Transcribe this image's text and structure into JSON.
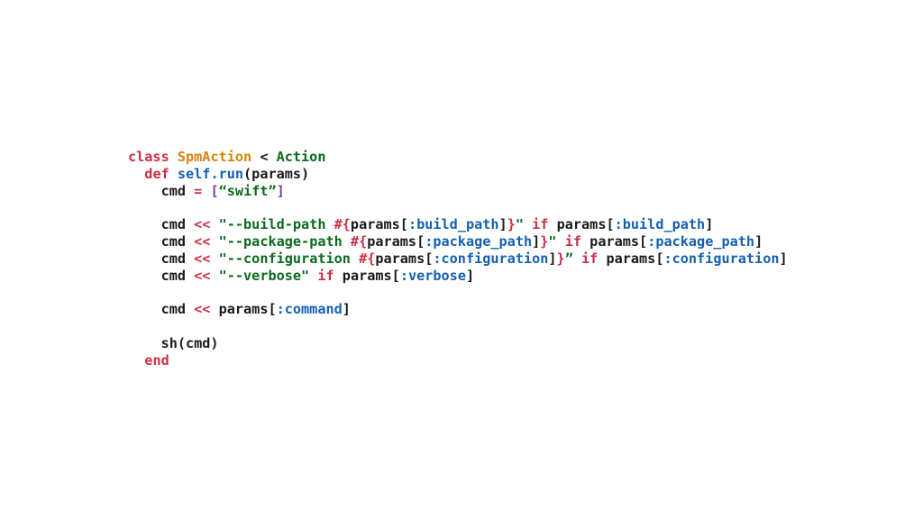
{
  "colors": {
    "plain": "#1a1a1a",
    "keyword": "#cc2f45",
    "class_name": "#d4840a",
    "string": "#0a6a1e",
    "symbol": "#1560b0",
    "method": "#1560b0",
    "operator": "#cc2f45",
    "interp": "#7a3fa0"
  },
  "code": {
    "lines": [
      [
        [
          "keyword",
          "class "
        ],
        [
          "class_name",
          "SpmAction"
        ],
        [
          "plain",
          " < "
        ],
        [
          "string",
          "Action"
        ]
      ],
      [
        [
          "plain",
          "  "
        ],
        [
          "keyword",
          "def "
        ],
        [
          "method",
          "self.run"
        ],
        [
          "plain",
          "(params)"
        ]
      ],
      [
        [
          "plain",
          "    cmd "
        ],
        [
          "operator",
          "="
        ],
        [
          "plain",
          " "
        ],
        [
          "interp",
          "["
        ],
        [
          "string",
          "“swift”"
        ],
        [
          "interp",
          "]"
        ]
      ],
      [],
      [
        [
          "plain",
          "    cmd "
        ],
        [
          "operator",
          "<<"
        ],
        [
          "plain",
          " "
        ],
        [
          "string",
          "\"--build-path "
        ],
        [
          "keyword",
          "#{"
        ],
        [
          "plain",
          "params["
        ],
        [
          "symbol",
          ":build_path"
        ],
        [
          "plain",
          "]"
        ],
        [
          "keyword",
          "}"
        ],
        [
          "string",
          "\""
        ],
        [
          "plain",
          " "
        ],
        [
          "keyword",
          "if"
        ],
        [
          "plain",
          " params["
        ],
        [
          "symbol",
          ":build_path"
        ],
        [
          "plain",
          "]"
        ]
      ],
      [
        [
          "plain",
          "    cmd "
        ],
        [
          "operator",
          "<<"
        ],
        [
          "plain",
          " "
        ],
        [
          "string",
          "\"--package-path "
        ],
        [
          "keyword",
          "#{"
        ],
        [
          "plain",
          "params["
        ],
        [
          "symbol",
          ":package_path"
        ],
        [
          "plain",
          "]"
        ],
        [
          "keyword",
          "}"
        ],
        [
          "string",
          "\""
        ],
        [
          "plain",
          " "
        ],
        [
          "keyword",
          "if"
        ],
        [
          "plain",
          " params["
        ],
        [
          "symbol",
          ":package_path"
        ],
        [
          "plain",
          "]"
        ]
      ],
      [
        [
          "plain",
          "    cmd "
        ],
        [
          "operator",
          "<<"
        ],
        [
          "plain",
          " "
        ],
        [
          "string",
          "\"--configuration "
        ],
        [
          "keyword",
          "#{"
        ],
        [
          "plain",
          "params["
        ],
        [
          "symbol",
          ":configuration"
        ],
        [
          "plain",
          "]"
        ],
        [
          "keyword",
          "}"
        ],
        [
          "string",
          "”"
        ],
        [
          "plain",
          " "
        ],
        [
          "keyword",
          "if"
        ],
        [
          "plain",
          " params["
        ],
        [
          "symbol",
          ":configuration"
        ],
        [
          "plain",
          "]"
        ]
      ],
      [
        [
          "plain",
          "    cmd "
        ],
        [
          "operator",
          "<<"
        ],
        [
          "plain",
          " "
        ],
        [
          "string",
          "\"--verbose\""
        ],
        [
          "plain",
          " "
        ],
        [
          "keyword",
          "if"
        ],
        [
          "plain",
          " params["
        ],
        [
          "symbol",
          ":verbose"
        ],
        [
          "plain",
          "]"
        ]
      ],
      [],
      [
        [
          "plain",
          "    cmd "
        ],
        [
          "operator",
          "<<"
        ],
        [
          "plain",
          " params["
        ],
        [
          "symbol",
          ":command"
        ],
        [
          "plain",
          "]"
        ]
      ],
      [],
      [
        [
          "plain",
          "    sh(cmd)"
        ]
      ],
      [
        [
          "plain",
          "  "
        ],
        [
          "keyword",
          "end"
        ]
      ]
    ]
  }
}
